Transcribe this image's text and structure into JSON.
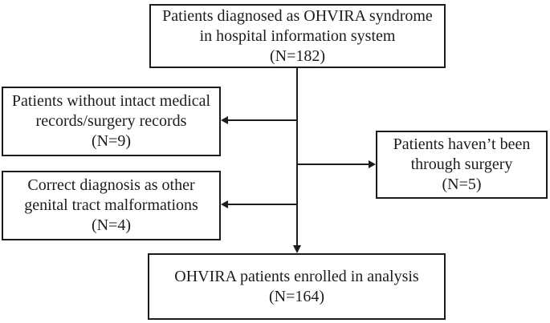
{
  "diagram": {
    "type": "flowchart",
    "background_color": "#ffffff",
    "line_color": "#1c1c1c",
    "nodes": {
      "diagnosed": {
        "lines": [
          "Patients diagnosed as OHVIRA syndrome",
          "in hospital information system",
          "(N=182)"
        ]
      },
      "no_records": {
        "lines": [
          "Patients without intact medical",
          "records/surgery records",
          "(N=9)"
        ]
      },
      "other_diagnosis": {
        "lines": [
          "Correct diagnosis as other",
          "genital tract malformations",
          "(N=4)"
        ]
      },
      "no_surgery": {
        "lines": [
          "Patients haven’t been",
          "through surgery",
          "(N=5)"
        ]
      },
      "enrolled": {
        "lines": [
          "OHVIRA patients enrolled in analysis",
          "(N=164)"
        ]
      }
    }
  }
}
